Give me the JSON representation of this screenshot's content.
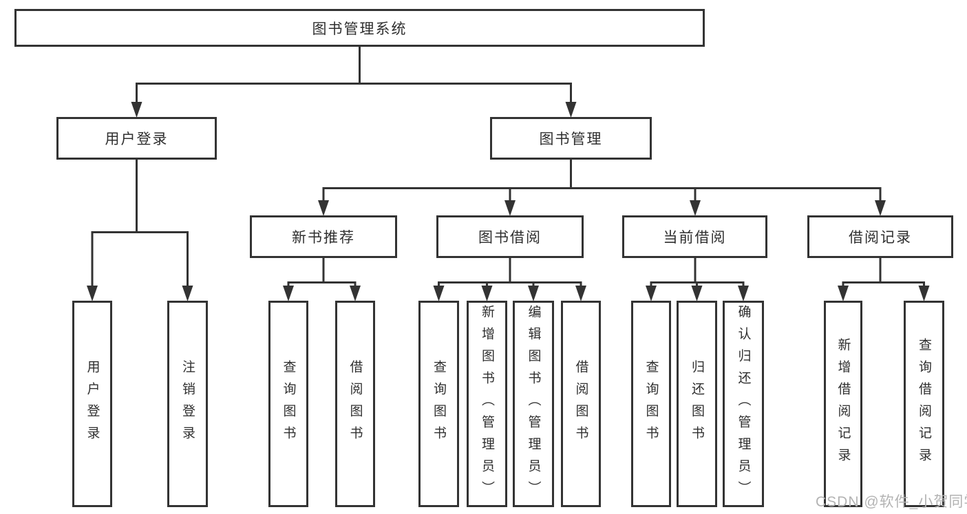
{
  "tree": {
    "root": "图书管理系统",
    "branches": {
      "user_login": {
        "label": "用户登录",
        "leaves": {
          "login": "用户登录",
          "logout": "注销登录"
        }
      },
      "book_mgmt": {
        "label": "图书管理",
        "groups": {
          "new_book_rec": {
            "label": "新书推荐",
            "leaves": {
              "query": "查询图书",
              "borrow": "借阅图书"
            }
          },
          "book_borrow": {
            "label": "图书借阅",
            "leaves": {
              "query": "查询图书",
              "add": "新增图书（管理员）",
              "edit": "编辑图书（管理员）",
              "borrow": "借阅图书"
            }
          },
          "current_borrow": {
            "label": "当前借阅",
            "leaves": {
              "query": "查询图书",
              "return": "归还图书",
              "confirm": "确认归还（管理员）"
            }
          },
          "borrow_record": {
            "label": "借阅记录",
            "leaves": {
              "add": "新增借阅记录",
              "query": "查询借阅记录"
            }
          }
        }
      }
    }
  },
  "watermark": "CSDN @软件_小贺同学",
  "colors": {
    "line": "#333333",
    "text": "#2f2f2f",
    "watermark": "#b3b3b3",
    "background": "#ffffff"
  }
}
